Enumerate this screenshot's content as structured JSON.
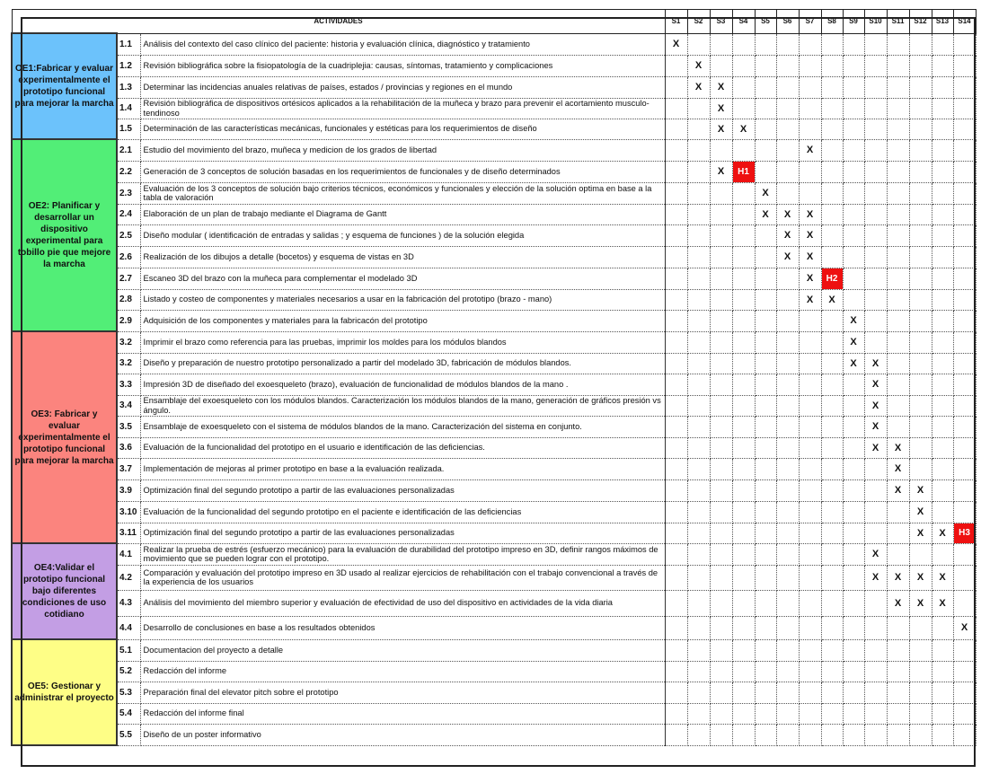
{
  "header": {
    "activities_label": "ACTIVIDADES",
    "weeks": [
      "S1",
      "S2",
      "S3",
      "S4",
      "S5",
      "S6",
      "S7",
      "S8",
      "S9",
      "S10",
      "S11",
      "S12",
      "S13",
      "S14"
    ]
  },
  "colors": {
    "oe1": "#6cc2fb",
    "oe2": "#52ee77",
    "oe3": "#fb847e",
    "oe4": "#c39ee4",
    "oe5": "#fefe86",
    "milestone": "#ee1111"
  },
  "groups": [
    {
      "title": "OE1:Fabricar y evaluar experimentalmente el prototipo funcional para mejorar la marcha",
      "color": "oe1",
      "rows": [
        {
          "num": "1.1",
          "desc": "Análisis del contexto del caso clínico del paciente: historia y evaluación clínica, diagnóstico y tratamiento",
          "h": 24,
          "marks": {
            "S1": "X"
          }
        },
        {
          "num": "1.2",
          "desc": "Revisión bibliográfica sobre la fisiopatología de la cuadriplejia: causas, síntomas, tratamiento y complicaciones",
          "h": 24,
          "marks": {
            "S2": "X"
          }
        },
        {
          "num": "1.3",
          "desc": "Determinar las incidencias anuales relativas de países, estados / provincias y regiones en el mundo",
          "h": 24,
          "marks": {
            "S2": "X",
            "S3": "X"
          }
        },
        {
          "num": "1.4",
          "desc": "Revisión bibliográfica de dispositivos ortésicos aplicados a la rehabilitación de la muñeca y brazo para prevenir el acortamiento musculo-tendinoso",
          "h": 23,
          "marks": {
            "S3": "X"
          }
        },
        {
          "num": "1.5",
          "desc": "Determinación de las características mecánicas, funcionales y estéticas para los requerimientos de diseño",
          "h": 23,
          "marks": {
            "S3": "X",
            "S4": "X"
          }
        }
      ]
    },
    {
      "title": "OE2:  Planificar y desarrollar un dispositivo experimental para tobillo pie que mejore la marcha",
      "color": "oe2",
      "rows": [
        {
          "num": "2.1",
          "desc": "Estudio del movimiento del brazo, muñeca y medicion de los grados de libertad",
          "h": 24,
          "marks": {
            "S7": "X"
          }
        },
        {
          "num": "2.2",
          "desc": "Generación de 3 conceptos de solución basadas en los requerimientos de funcionales y de diseño determinados",
          "h": 24,
          "marks": {
            "S3": "X",
            "S4": "H1"
          }
        },
        {
          "num": "2.3",
          "desc": "Evaluación de los 3 conceptos de solución bajo criterios técnicos, económicos y funcionales  y elección de la solución optima en base a la tabla de valoración",
          "h": 24,
          "marks": {
            "S5": "X"
          }
        },
        {
          "num": "2.4",
          "desc": "Elaboración de un plan de trabajo mediante el Diagrama de Gantt",
          "h": 23,
          "marks": {
            "S5": "X",
            "S6": "X",
            "S7": "X"
          }
        },
        {
          "num": "2.5",
          "desc": "Diseño modular ( identificación de entradas y salidas ; y esquema de funciones ) de la solución elegida",
          "h": 24,
          "marks": {
            "S6": "X",
            "S7": "X"
          }
        },
        {
          "num": "2.6",
          "desc": "Realización de los dibujos a detalle (bocetos) y esquema de vistas en 3D",
          "h": 24,
          "marks": {
            "S6": "X",
            "S7": "X"
          }
        },
        {
          "num": "2.7",
          "desc": "Escaneo 3D del brazo con la muñeca para complementar el modelado 3D",
          "h": 24,
          "marks": {
            "S7": "X",
            "S8": "H2"
          }
        },
        {
          "num": "2.8",
          "desc": "Listado y costeo de componentes y materiales necesarios a usar en la fabricación del prototipo (brazo - mano)",
          "h": 23,
          "marks": {
            "S7": "X",
            "S8": "X"
          }
        },
        {
          "num": "2.9",
          "desc": "Adquisición de los componentes y materiales para la fabricacón del prototipo",
          "h": 24,
          "marks": {
            "S9": "X"
          }
        }
      ]
    },
    {
      "title": "OE3: Fabricar y evaluar experimentalmente el prototipo funcional para mejorar la marcha",
      "color": "oe3",
      "rows": [
        {
          "num": "3.2",
          "desc": "Imprimir el brazo como referencia para las pruebas, imprimir los moldes para los módulos blandos",
          "h": 24,
          "marks": {
            "S9": "X"
          }
        },
        {
          "num": "3.2",
          "desc": "Diseño y preparación de nuestro prototipo personalizado a partir del modelado 3D, fabricación de módulos blandos.",
          "h": 23,
          "marks": {
            "S9": "X",
            "S10": "X"
          }
        },
        {
          "num": "3.3",
          "desc": "Impresión 3D de diseñado del exoesqueleto (brazo), evaluación de funcionalidad de módulos blandos de la mano .",
          "h": 24,
          "marks": {
            "S10": "X"
          }
        },
        {
          "num": "3.4",
          "desc": "Ensamblaje del exoesqueleto con los módulos blandos. Caracterización los módulos blandos de la mano, generación de gráficos presión vs ángulo.",
          "h": 23,
          "marks": {
            "S10": "X"
          }
        },
        {
          "num": "3.5",
          "desc": "Ensamblaje de exoesqueleto con el sistema de módulos blandos de la mano. Caracterización del sistema en conjunto.",
          "h": 24,
          "marks": {
            "S10": "X"
          }
        },
        {
          "num": "3.6",
          "desc": "Evaluación de la funcionalidad del prototipo en el usuario e identificación de las deficiencias.",
          "h": 23,
          "marks": {
            "S10": "X",
            "S11": "X"
          }
        },
        {
          "num": "3.7",
          "desc": "Implementación de mejoras al primer prototipo en base a la evaluación realizada.",
          "h": 24,
          "marks": {
            "S11": "X"
          }
        },
        {
          "num": "3.9",
          "desc": "Optimización final del segundo prototipo a partir de las evaluaciones personalizadas",
          "h": 24,
          "marks": {
            "S11": "X",
            "S12": "X"
          }
        },
        {
          "num": "3.10",
          "desc": "Evaluación de la funcionalidad del segundo prototipo en el paciente e identificación de las deficiencias",
          "h": 24,
          "marks": {
            "S12": "X"
          }
        },
        {
          "num": "3.11",
          "desc": "Optimización final del segundo prototipo a partir de las evaluaciones personalizadas",
          "h": 23,
          "marks": {
            "S12": "X",
            "S13": "X",
            "S14": "H3"
          }
        }
      ]
    },
    {
      "title": "OE4:Validar el prototipo funcional bajo diferentes condiciones de uso cotidiano",
      "color": "oe4",
      "rows": [
        {
          "num": "4.1",
          "desc": "Realizar la prueba de estrés (esfuerzo mecánico) para la evaluación de durabilidad del prototipo impreso en 3D, definir rangos máximos de movimiento que se pueden lograr con el prototipo.",
          "h": 24,
          "marks": {
            "S10": "X"
          }
        },
        {
          "num": "4.2",
          "desc": "Comparación y evaluación del prototipo impreso en 3D usado al realizar ejercicios de rehabilitación con el trabajo convencional a través de la experiencia de los usuarios",
          "h": 28,
          "marks": {
            "S10": "X",
            "S11": "X",
            "S12": "X",
            "S13": "X"
          }
        },
        {
          "num": "4.3",
          "desc": "Análisis del movimiento del miembro superior y evaluación de efectividad de uso del dispositivo en actividades de la vida diaria",
          "h": 29,
          "marks": {
            "S11": "X",
            "S12": "X",
            "S13": "X"
          }
        },
        {
          "num": "4.4",
          "desc": "Desarrollo de conclusiones en base a los resultados obtenidos",
          "h": 26,
          "marks": {
            "S14": "X"
          }
        }
      ]
    },
    {
      "title": "OE5: Gestionar y administrar el proyecto",
      "color": "oe5",
      "rows": [
        {
          "num": "5.1",
          "desc": "Documentacion del proyecto a detalle",
          "h": 24,
          "marks": {}
        },
        {
          "num": "5.2",
          "desc": "Redacción del informe",
          "h": 23,
          "marks": {}
        },
        {
          "num": "5.3",
          "desc": "Preparación final del elevator pitch sobre el prototipo",
          "h": 24,
          "marks": {}
        },
        {
          "num": "5.4",
          "desc": "Redacción del informe final",
          "h": 23,
          "marks": {}
        },
        {
          "num": "5.5",
          "desc": "Diseño de un poster informativo",
          "h": 24,
          "marks": {}
        }
      ]
    }
  ]
}
